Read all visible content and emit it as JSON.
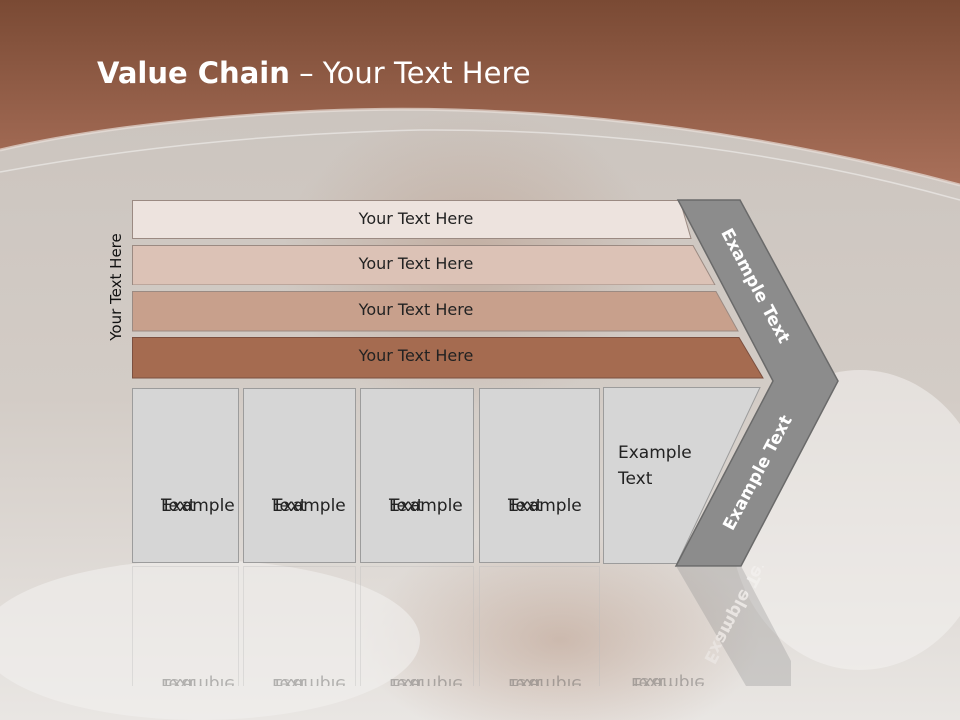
{
  "title": {
    "bold": "Value Chain",
    "rest": " – Your Text Here"
  },
  "side_label": "Your Text Here",
  "bands": [
    {
      "label": "Your Text Here",
      "color": "#ede3de"
    },
    {
      "label": "Your Text Here",
      "color": "#dcc2b6"
    },
    {
      "label": "Your Text Here",
      "color": "#c8a08c"
    },
    {
      "label": "Your Text Here",
      "color": "#a56b50"
    }
  ],
  "boxes": [
    {
      "line1": "Example",
      "line2": "Text"
    },
    {
      "line1": "Example",
      "line2": "Text"
    },
    {
      "line1": "Example",
      "line2": "Text"
    },
    {
      "line1": "Example",
      "line2": "Text"
    },
    {
      "line1": "Example",
      "line2": "Text"
    }
  ],
  "chevron": {
    "upper": "Example Text",
    "lower": "Example Text",
    "color": "#8c8c8c"
  },
  "colors": {
    "header": "#9a5c42",
    "background": "#cfc8c2"
  }
}
